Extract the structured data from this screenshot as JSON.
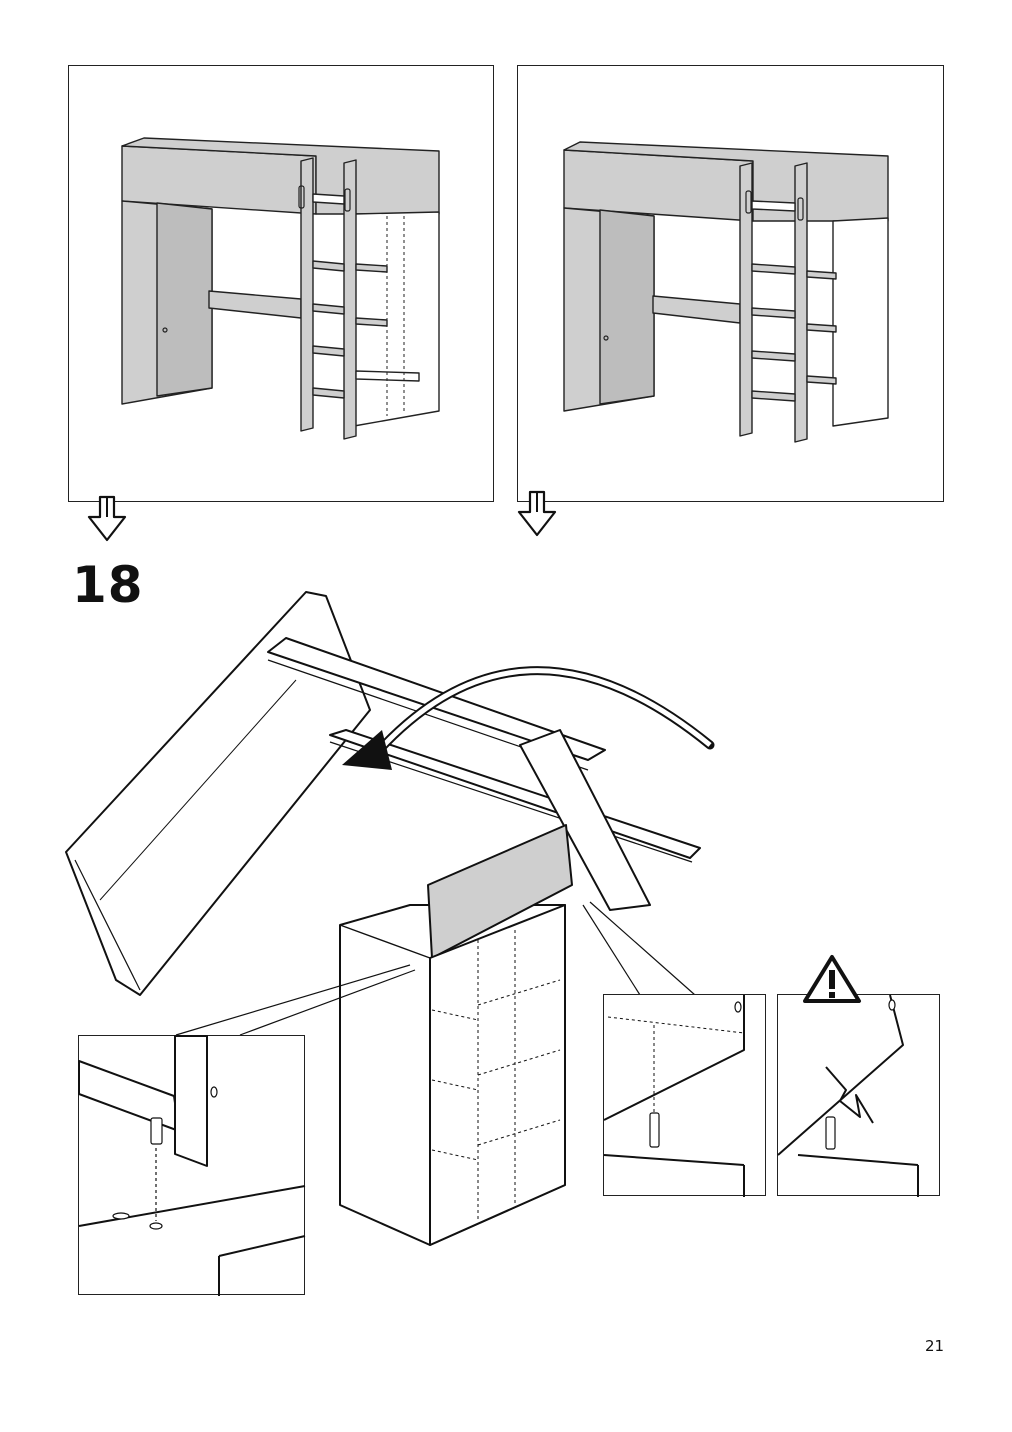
{
  "page": {
    "step_number": "18",
    "page_number": "21"
  },
  "panels": {
    "reference_views": [
      {
        "name": "loft-bed-view-a",
        "flow_arrow_icon": "down-arrow-icon"
      },
      {
        "name": "loft-bed-view-b",
        "flow_arrow_icon": "down-arrow-icon"
      }
    ],
    "detail_views": [
      {
        "name": "dowel-insertion-detail"
      },
      {
        "name": "dowel-correct-detail"
      },
      {
        "name": "dowel-warning-detail",
        "badge_icon": "warning-triangle-icon"
      }
    ]
  },
  "colors": {
    "line": "#222222",
    "panel_fill": "#cfcfcf",
    "background": "#ffffff"
  }
}
